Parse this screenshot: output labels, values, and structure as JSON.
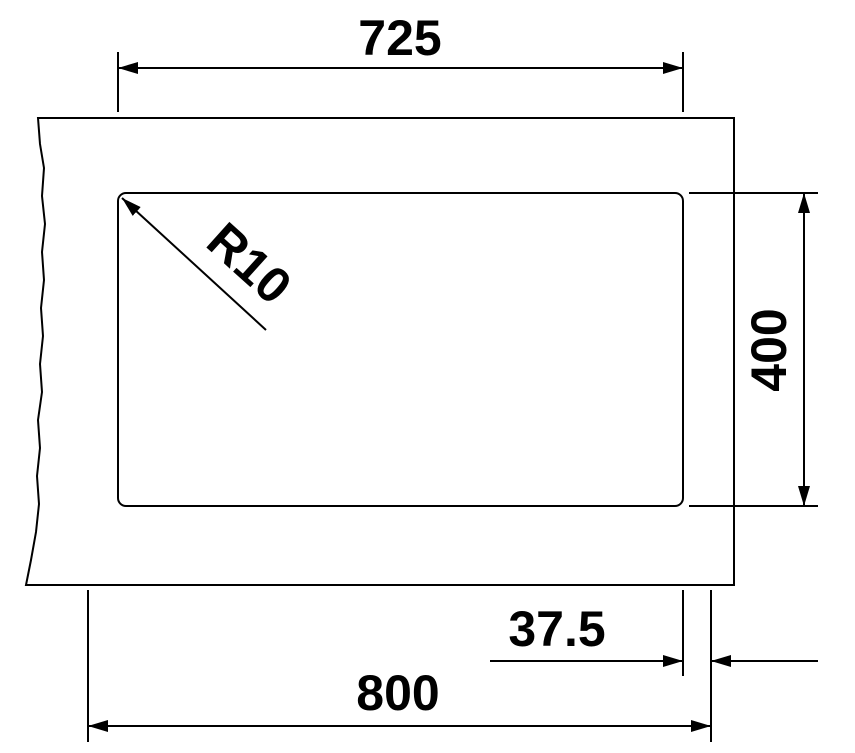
{
  "dimensions": {
    "top_width": "725",
    "radius": "R10",
    "height": "400",
    "offset": "37.5",
    "bottom_width": "800"
  },
  "colors": {
    "line": "#000000",
    "background": "#ffffff"
  }
}
